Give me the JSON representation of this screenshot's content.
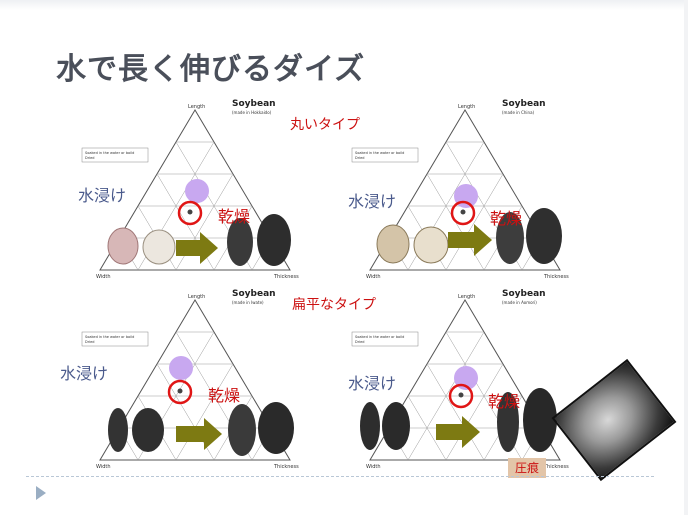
{
  "title": "水で長く伸びるダイズ",
  "type_labels": {
    "round": "丸いタイプ",
    "flat": "扁平なタイプ"
  },
  "water_label": "水浸け",
  "dry_label": "乾燥",
  "stamp": "圧痕",
  "chart_text": {
    "brand": "Soybean",
    "length": "Length",
    "width": "Width",
    "thickness": "Thickness",
    "legend_soaked": "Soaked in the water or boild",
    "legend_dried": "Dried"
  },
  "subtitles": {
    "tl": "(made in Hokkaido)",
    "tr": "(made in China)",
    "bl": "(made in Iwate)",
    "br": "(made in Aomori)"
  },
  "colors": {
    "circle_red": "#e01515",
    "dot_purple": "#c8a8f0",
    "arrow_olive": "#7d7a12",
    "grid": "#9a9a9a"
  }
}
